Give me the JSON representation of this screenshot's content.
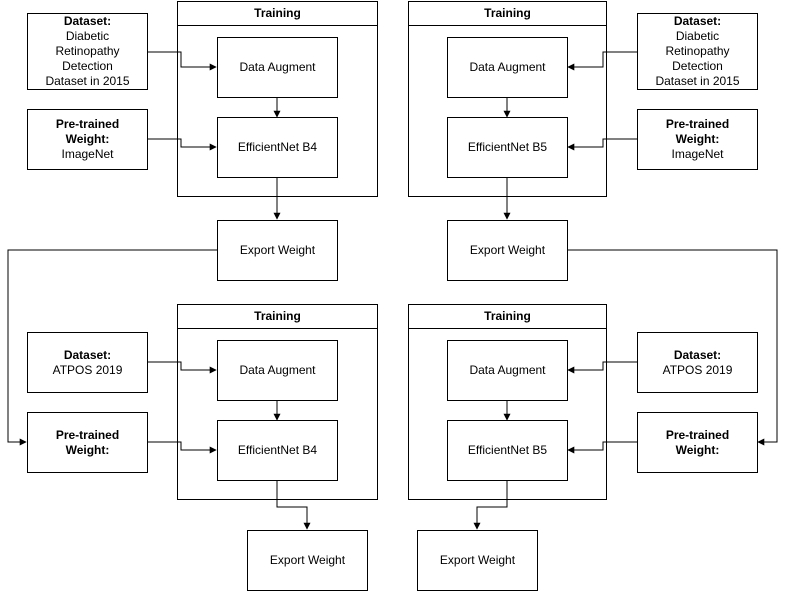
{
  "training_header": "Training",
  "data_augment": "Data Augment",
  "efficientnet_b4": "EfficientNet B4",
  "efficientnet_b5": "EfficientNet B5",
  "export_weight": "Export Weight",
  "dataset_drd": {
    "label": "Dataset:",
    "lines": [
      "Diabetic",
      "Retinopathy",
      "Detection",
      "Dataset in 2015"
    ]
  },
  "pretrained_imagenet": {
    "label_line1": "Pre-trained",
    "label_line2": "Weight:",
    "value": "ImageNet"
  },
  "dataset_aptos": {
    "label": "Dataset:",
    "value": "ATPOS 2019"
  },
  "pretrained_export": {
    "label_line1": "Pre-trained",
    "label_line2": "Weight:"
  }
}
